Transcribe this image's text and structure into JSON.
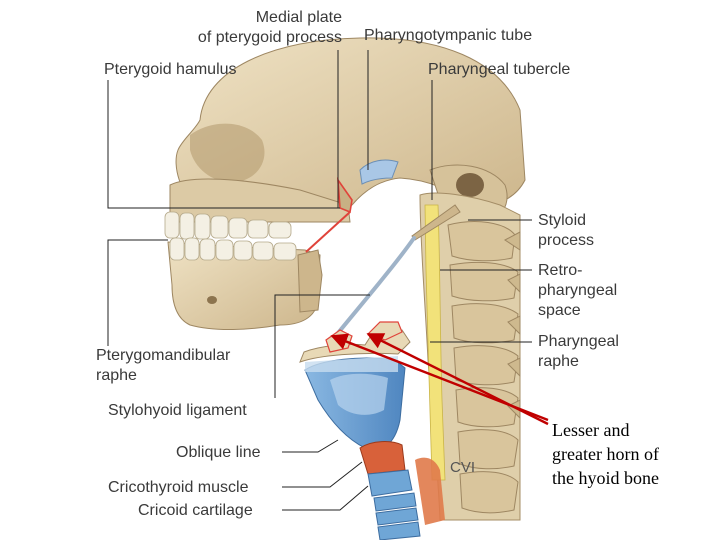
{
  "labels": {
    "medial_plate": [
      "Medial plate",
      "of pterygoid  process"
    ],
    "pharyngotympanic_tube": "Pharyngotympanic tube",
    "pterygoid_hamulus": "Pterygoid hamulus",
    "pharyngeal_tubercle": "Pharyngeal tubercle",
    "styloid_process": [
      "Styloid",
      "process"
    ],
    "retropharyngeal_space": [
      "Retro-",
      "pharyngeal",
      "space"
    ],
    "pharyngeal_raphe": [
      "Pharyngeal",
      "raphe"
    ],
    "pterygomandibular_raphe": [
      "Pterygomandibular",
      "raphe"
    ],
    "stylohyoid_ligament": "Stylohyoid ligament",
    "oblique_line": "Oblique line",
    "cricothyroid_muscle": "Cricothyroid muscle",
    "cricoid_cartilage": "Cricoid cartilage",
    "vertebra": "CVI"
  },
  "annotation": [
    "Lesser and",
    "greater horn of",
    "the hyoid bone"
  ],
  "colors": {
    "bone": "#e3d2b0",
    "bone_shadow": "#c9b48a",
    "cartilage": "#6fa6d6",
    "ligament": "#9fb3c8",
    "fat_space": "#f2e27a",
    "muscle": "#d8613a",
    "raphe_red": "#e0433a",
    "arrow": "#c00000",
    "leader": "#222222"
  }
}
